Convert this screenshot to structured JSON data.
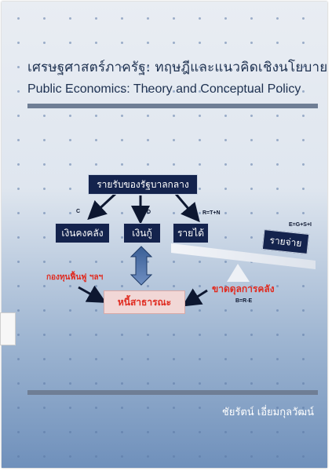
{
  "title_th": "เศรษฐศาสตร์ภาครัฐ: ทฤษฎีและแนวคิดเชิงนโยบาย",
  "title_en": "Public Economics: Theory and Conceptual Policy",
  "diagram": {
    "central_revenue": "รายรับของรัฐบาลกลาง",
    "cash_balance": "เงินคงคลัง",
    "borrowing": "เงินกู้",
    "income": "รายได้",
    "expenditure": "รายจ่าย",
    "label_c": "C",
    "label_d": "D",
    "label_r": "R=T+N",
    "label_e": "E=G+S+I",
    "label_b": "B=R-E",
    "recovery_fund": "กองทุนฟื้นฟู ฯลฯ",
    "deficit": "ขาดดุลการคลัง",
    "public_debt": "หนี้สาธารณะ"
  },
  "author": "ชัยรัตน์ เอี่ยมกุลวัฒน์"
}
